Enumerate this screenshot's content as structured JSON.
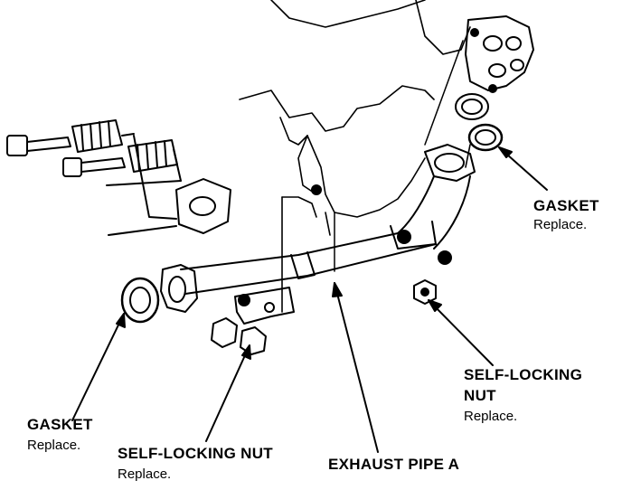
{
  "labels": {
    "gasket_right": {
      "title": "GASKET",
      "note": "Replace."
    },
    "nut_right": {
      "title_line1": "SELF-LOCKING",
      "title_line2": "NUT",
      "note": "Replace."
    },
    "gasket_left": {
      "title": "GASKET",
      "note": "Replace."
    },
    "nut_bottom": {
      "title": "SELF-LOCKING NUT",
      "note": "Replace."
    },
    "pipe": {
      "title": "EXHAUST PIPE A"
    }
  },
  "colors": {
    "ink": "#000000",
    "paper": "#ffffff"
  }
}
